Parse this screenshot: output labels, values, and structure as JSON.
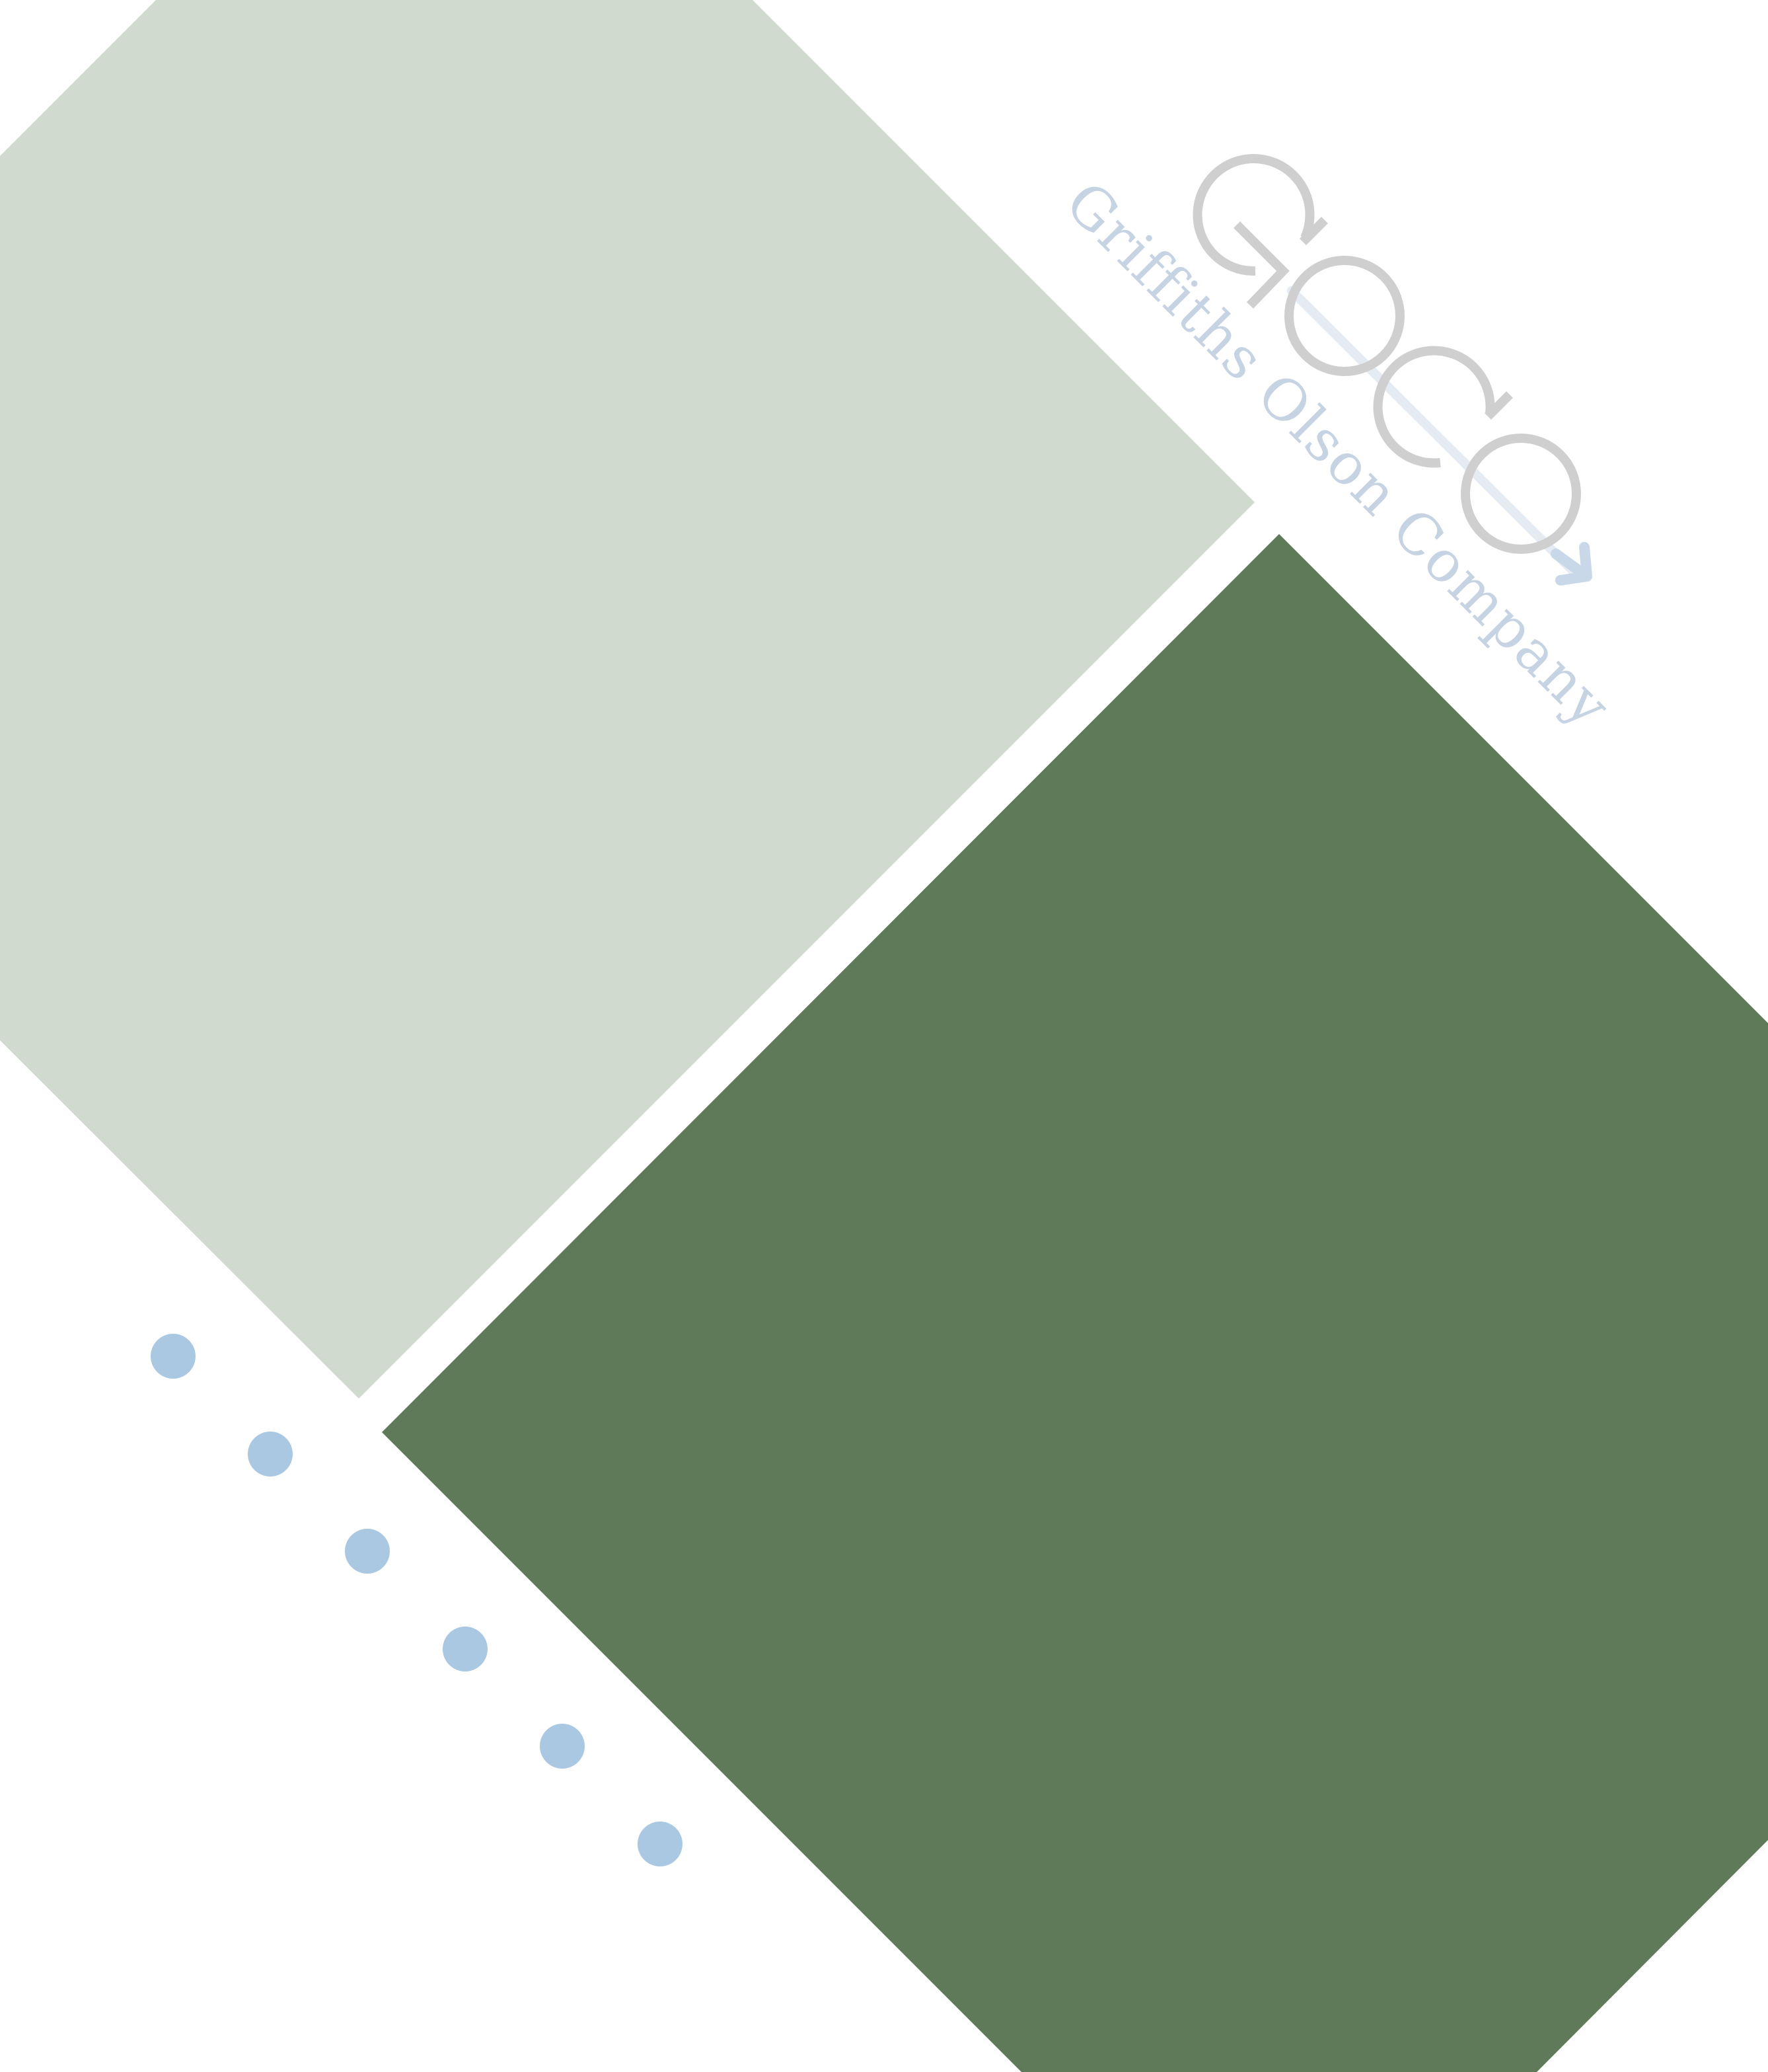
{
  "logo": {
    "wordmark": "GOCO",
    "tagline": "Griffiths Olson Company",
    "colors": {
      "letters": "#cfcfcf",
      "tagline": "#c6d3e3",
      "arrow": "#c9d8e8"
    }
  },
  "colors": {
    "background": "#ffffff",
    "light_sage": "#d1dacf",
    "dark_green": "#5f7a59",
    "dots": "#abc8e3"
  },
  "decor": {
    "dot_count": 6,
    "shape_names": [
      "light-sage-octagon",
      "dark-green-octagon"
    ]
  }
}
